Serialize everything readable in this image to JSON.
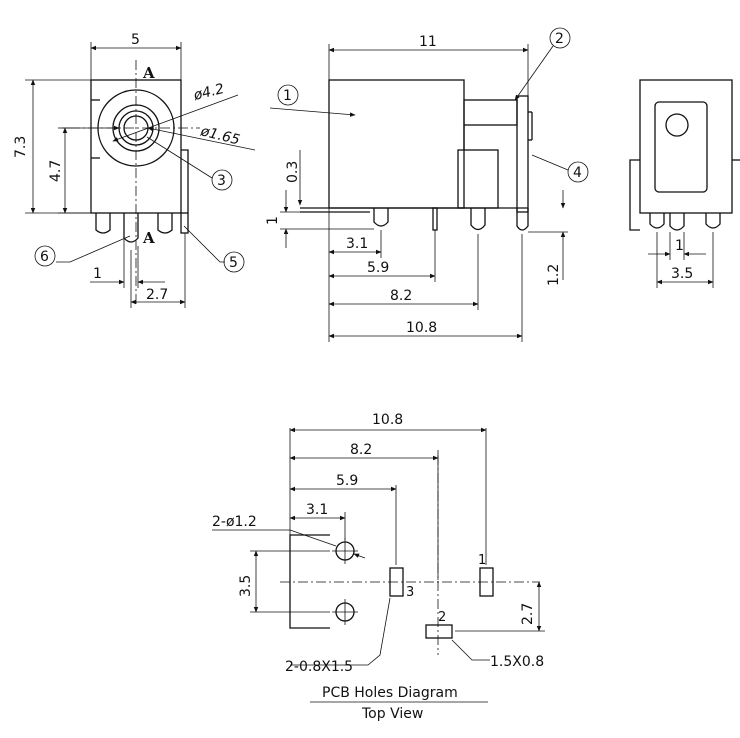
{
  "front_view": {
    "section_top": "A",
    "section_bottom": "A",
    "dim_width": "5",
    "dim_height": "7.3",
    "dim_center_height": "4.7",
    "dim_outer_dia": "ø4.2",
    "dim_inner_dia": "ø1.65",
    "dim_pin_offset": "1",
    "dim_pin_span": "2.7",
    "callout_3": "3",
    "callout_5": "5",
    "callout_6": "6"
  },
  "side_view": {
    "dim_length": "11",
    "dim_body_offset": "0.3",
    "dim_standoff": "1",
    "dim_pin1": "3.1",
    "dim_pin2": "5.9",
    "dim_pin3": "8.2",
    "dim_pin4": "10.8",
    "dim_pin_length": "1.2",
    "callout_1": "1",
    "callout_2": "2",
    "callout_4": "4"
  },
  "rear_view": {
    "dim_pin_pitch": "1",
    "dim_pin_span": "3.5"
  },
  "pcb_view": {
    "dim_10_8": "10.8",
    "dim_8_2": "8.2",
    "dim_5_9": "5.9",
    "dim_3_1": "3.1",
    "dim_3_5": "3.5",
    "dim_2_7": "2.7",
    "label_holes": "2-ø1.2",
    "label_slot_3": "2-0.8X1.5",
    "label_slot_2": "1.5X0.8",
    "pin_1": "1",
    "pin_2": "2",
    "pin_3": "3",
    "caption_title": "PCB Holes Diagram",
    "caption_subtitle": "Top View"
  }
}
